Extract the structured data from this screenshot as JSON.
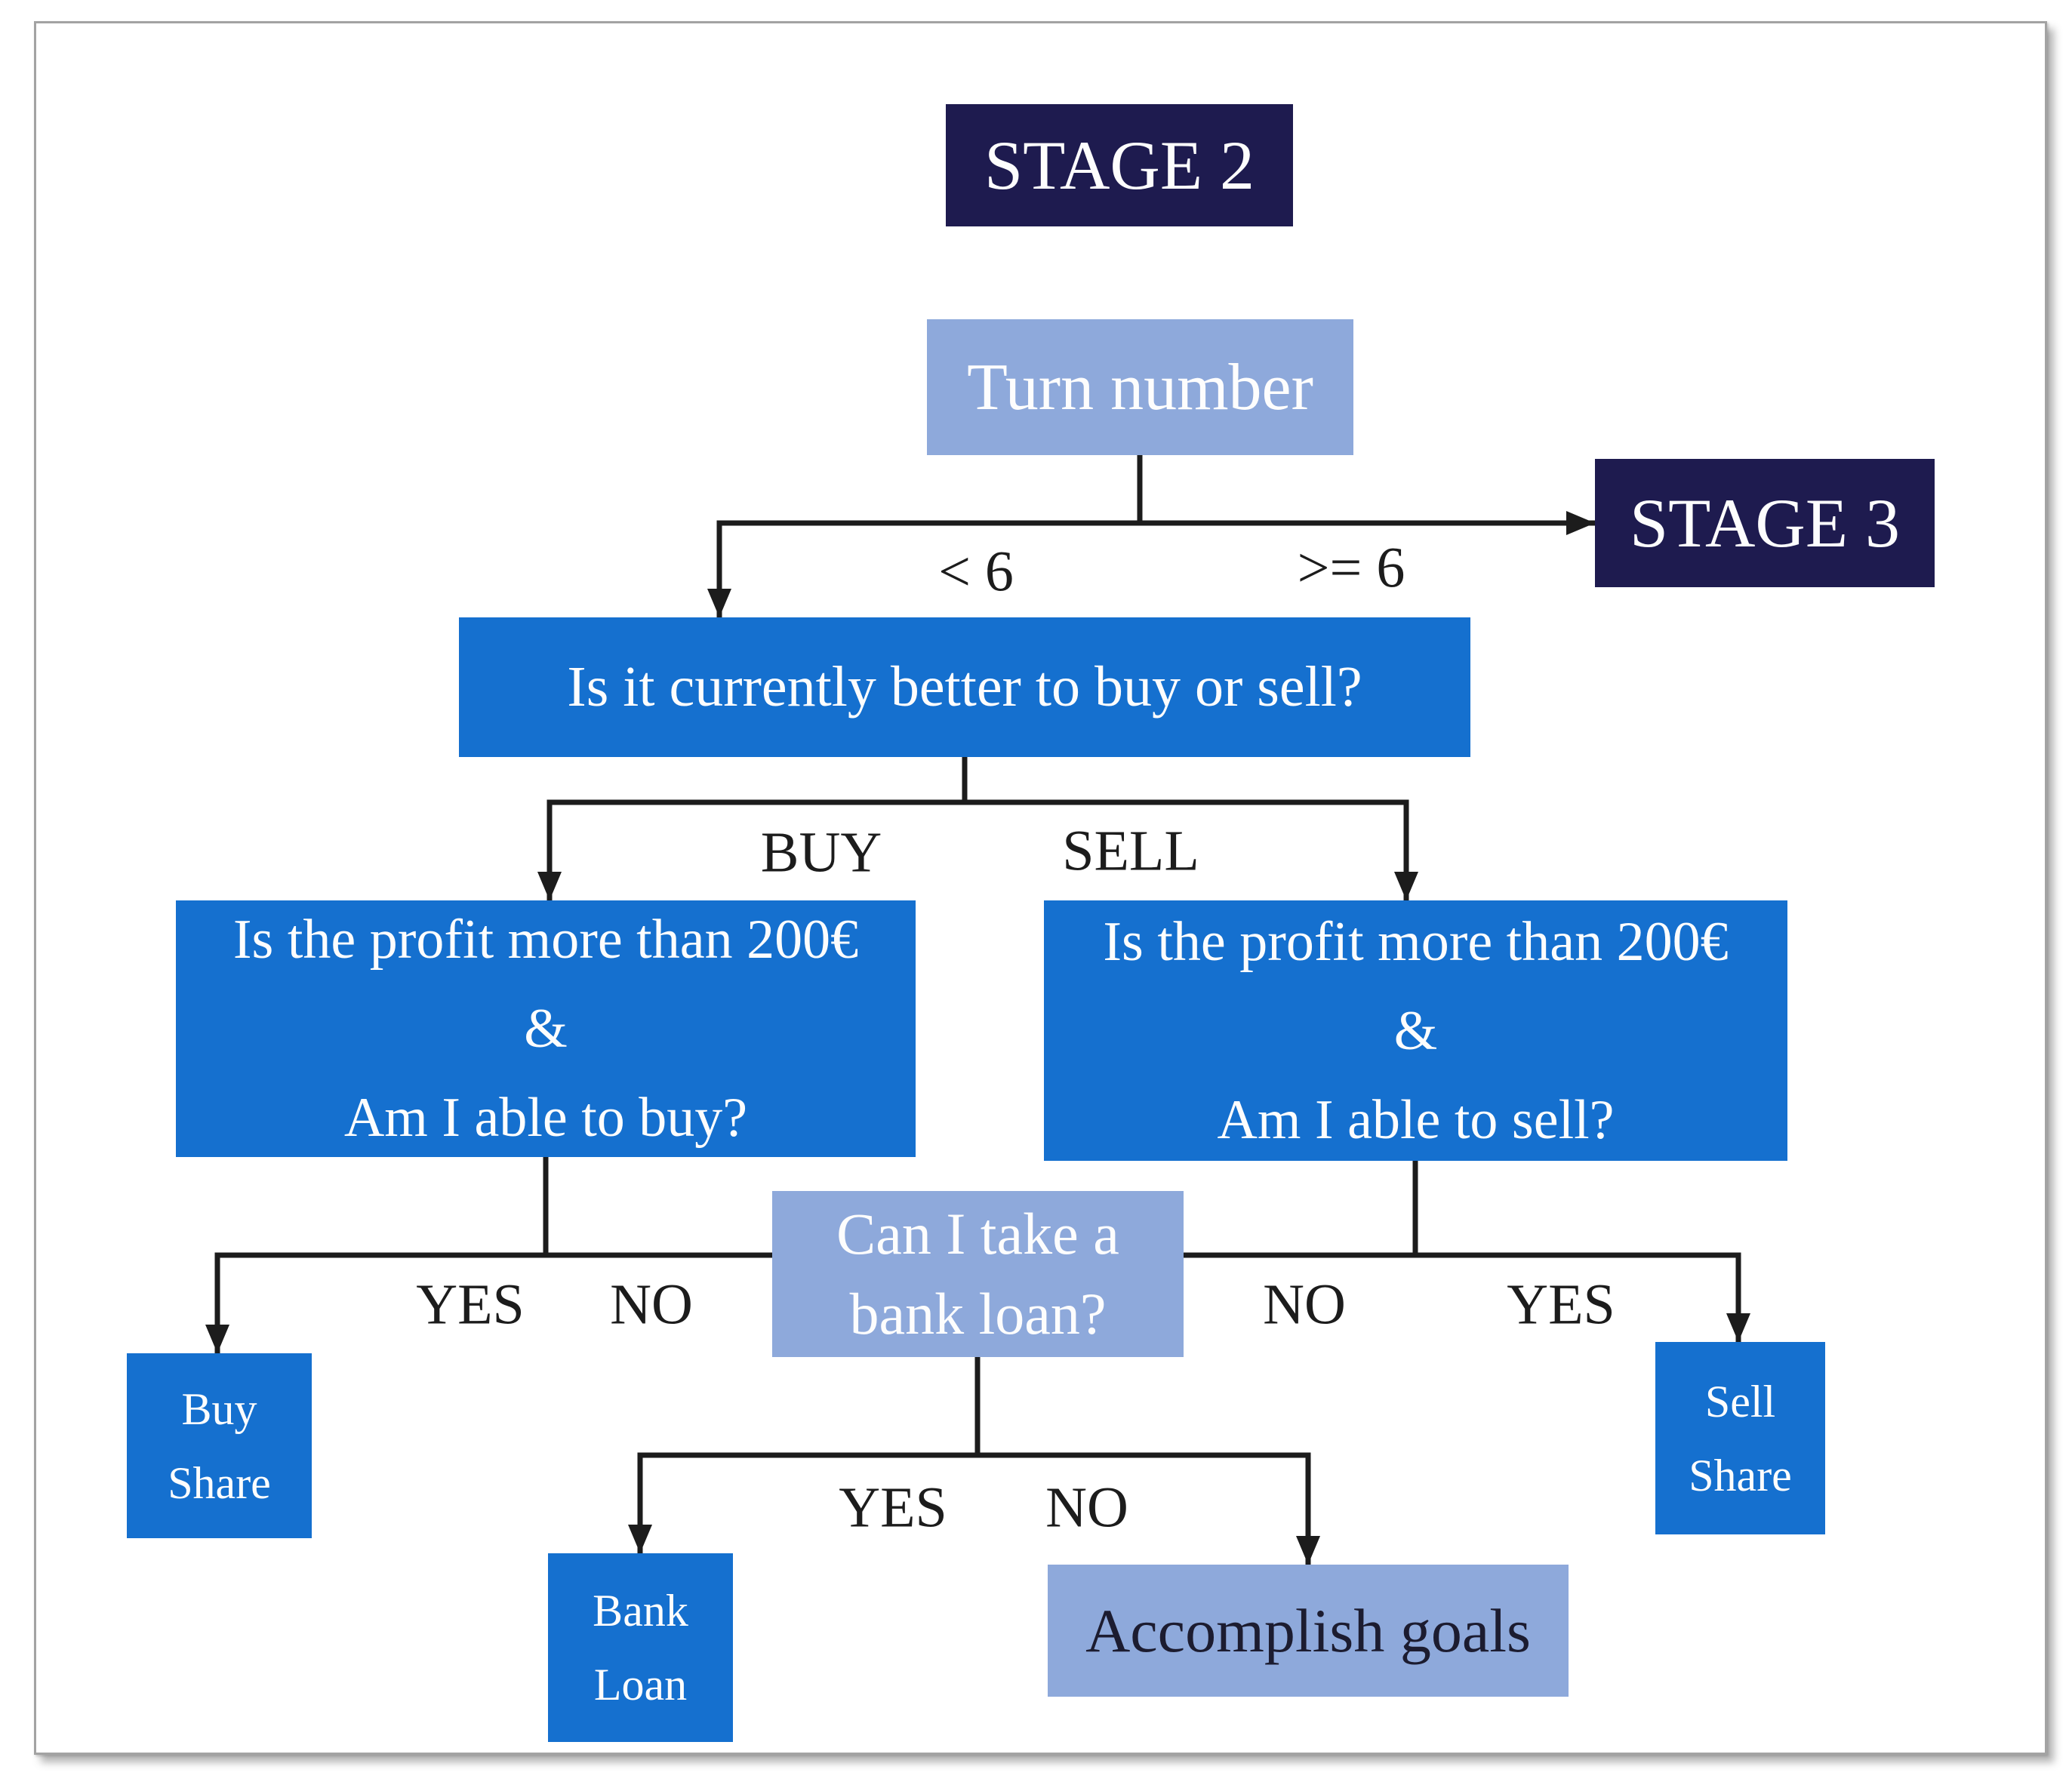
{
  "flowchart": {
    "stage2": {
      "label": "STAGE 2"
    },
    "turn_number": {
      "label": "Turn number"
    },
    "stage3": {
      "label": "STAGE 3"
    },
    "q_buy_or_sell": {
      "label": "Is it currently better to buy or sell?"
    },
    "q_profit_buy": {
      "lines": [
        "Is the profit more than 200€",
        "&",
        "Am I able to buy?"
      ]
    },
    "q_profit_sell": {
      "lines": [
        "Is the profit more than 200€",
        "&",
        "Am I able to sell?"
      ]
    },
    "q_bank_loan": {
      "lines": [
        "Can I take a",
        "bank loan?"
      ]
    },
    "buy_share": {
      "lines": [
        "Buy",
        "Share"
      ]
    },
    "sell_share": {
      "lines": [
        "Sell",
        "Share"
      ]
    },
    "bank_loan": {
      "lines": [
        "Bank",
        "Loan"
      ]
    },
    "accomplish_goals": {
      "label": "Accomplish goals"
    },
    "edges": {
      "lt6": "< 6",
      "gte6": ">= 6",
      "buy": "BUY",
      "sell": "SELL",
      "yes": "YES",
      "no": "NO"
    },
    "colors": {
      "navy": "#1e1b4f",
      "blue": "#1570cf",
      "periwinkle": "#8ea9db",
      "line": "#1c1c1c",
      "dark_text": "#1c1c30"
    }
  }
}
